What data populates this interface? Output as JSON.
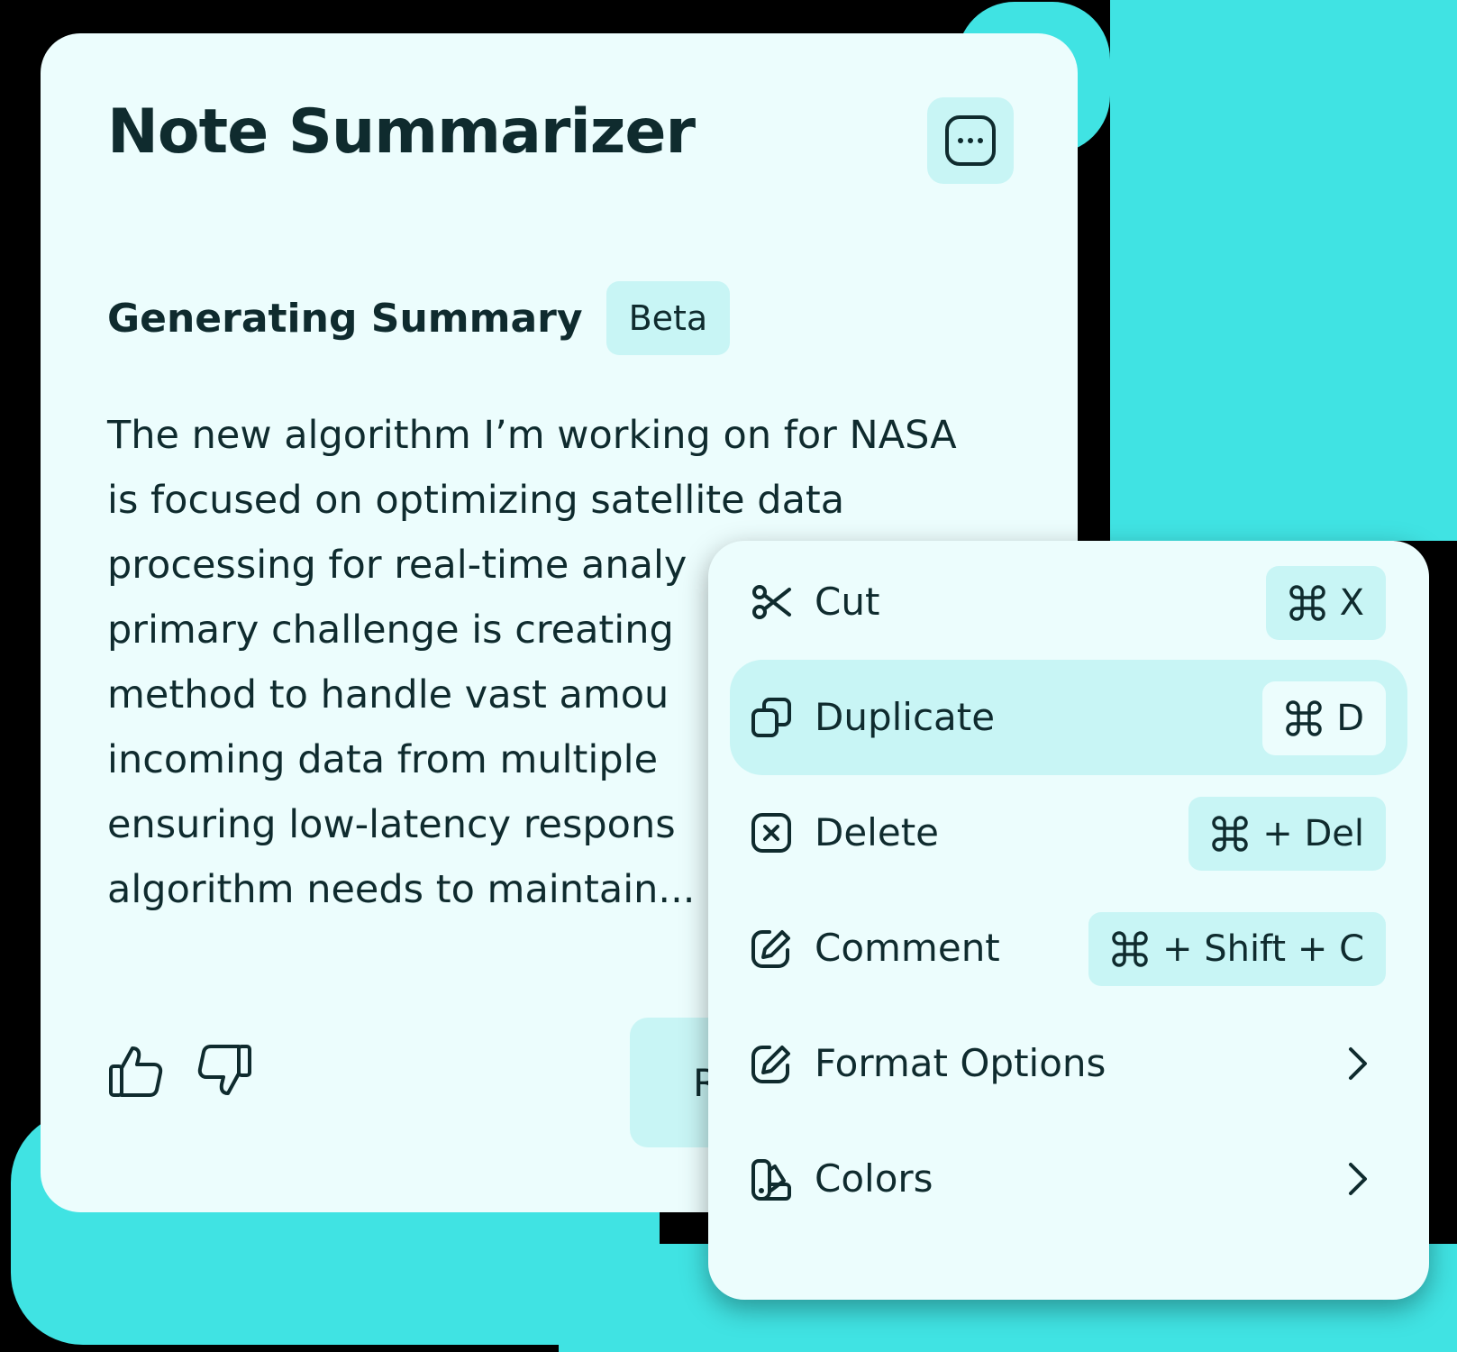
{
  "colors": {
    "accent": "#40e3e3",
    "card_background": "#ecfdfd",
    "chip_background": "#c8f5f5",
    "text": "#0f2b2e"
  },
  "card": {
    "title": "Note Summarizer",
    "more_icon": "ellipsis-icon",
    "subheading": "Generating Summary",
    "badge": "Beta",
    "summary_lines": [
      "The new algorithm I’m working on for NASA",
      "is focused on optimizing satellite data",
      "processing for real-time analy",
      "primary challenge is creating",
      "method to handle vast amou",
      "incoming data from multiple",
      "ensuring low-latency respons",
      "algorithm needs to maintain..."
    ],
    "feedback": {
      "like_icon": "thumbs-up-icon",
      "dislike_icon": "thumbs-down-icon"
    },
    "action_button_label": "R"
  },
  "menu": {
    "items": [
      {
        "label": "Cut",
        "icon": "scissors-icon",
        "shortcut": "X"
      },
      {
        "label": "Duplicate",
        "icon": "duplicate-icon",
        "shortcut": "D",
        "highlighted": true
      },
      {
        "label": "Delete",
        "icon": "delete-box-icon",
        "shortcut": "+ Del"
      },
      {
        "label": "Comment",
        "icon": "edit-icon",
        "shortcut": "+ Shift + C"
      },
      {
        "label": "Format Options",
        "icon": "edit-icon",
        "submenu": true
      },
      {
        "label": "Colors",
        "icon": "color-swatch-icon",
        "submenu": true
      }
    ],
    "shortcut_modifier_icon": "command-key-icon",
    "submenu_icon": "chevron-right-icon"
  }
}
